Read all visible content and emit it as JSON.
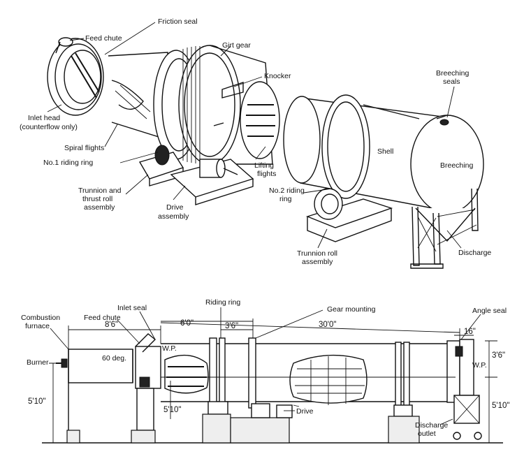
{
  "top_labels": {
    "friction_seal": "Friction seal",
    "feed_chute": "Feed chute",
    "girt_gear": "Girt gear",
    "knocker": "Knocker",
    "inlet_head_1": "Inlet head",
    "inlet_head_2": "(counterflow only)",
    "spiral_flights": "Spiral flights",
    "riding_ring_1": "No.1 riding ring",
    "trunnion_thrust_1": "Trunnion and",
    "trunnion_thrust_2": "thrust roll",
    "trunnion_thrust_3": "assembly",
    "drive_1": "Drive",
    "drive_2": "assembly",
    "lifting_1": "Lifting",
    "lifting_2": "flights",
    "shell": "Shell",
    "breeching": "Breeching",
    "breeching_seals_1": "Breeching",
    "breeching_seals_2": "seals",
    "riding_ring_2_1": "No.2 riding",
    "riding_ring_2_2": "ring",
    "trunnion_roll_1": "Trunnion roll",
    "trunnion_roll_2": "assembly",
    "discharge": "Discharge"
  },
  "bottom_labels": {
    "combustion_1": "Combustion",
    "combustion_2": "furnace",
    "feed_chute": "Feed chute",
    "inlet_seal": "Inlet seal",
    "riding_ring": "Riding ring",
    "gear_mounting": "Gear mounting",
    "angle_seal": "Angle seal",
    "burner": "Burner",
    "deg": "60 deg.",
    "wp_left": "W.P.",
    "wp_right": "W.P.",
    "drive": "Drive",
    "discharge_1": "Discharge",
    "discharge_2": "outlet"
  },
  "dimensions": {
    "d_8_6": "8'6\"",
    "d_6_0": "6'0\"",
    "d_3_6_top": "3'6\"",
    "d_30_0": "30'0\"",
    "d_16": "16\"",
    "d_3_6_right": "3'6\"",
    "d_5_10_left": "5'10\"",
    "d_5_10_mid": "5'10\"",
    "d_5_10_right": "5'10\""
  }
}
